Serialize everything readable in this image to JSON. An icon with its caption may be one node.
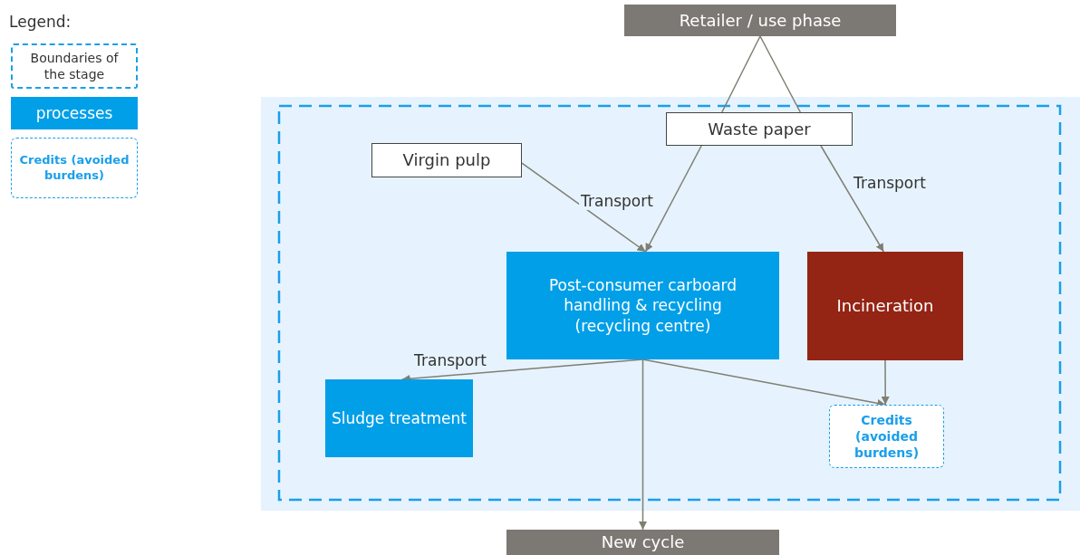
{
  "diagram": {
    "nodes": [
      {
        "text": [
          "Retailer / use phase"
        ]
      },
      {
        "text": [],
        "shape": "box"
      },
      {
        "text": [
          "Waste paper"
        ],
        "in": 1
      },
      {
        "text": [
          "Virgin pulp"
        ],
        "in": 1
      },
      {
        "text": [
          "Post-consumer carboard handling & recycling (recycling centre)"
        ],
        "in": 1
      },
      {
        "text": [
          "Incineration"
        ],
        "in": 1
      },
      {
        "text": [
          "Sludge treatment"
        ],
        "in": 1
      },
      {
        "text": [
          "Credits (avoided burdens)"
        ],
        "in": 1
      },
      {
        "text": [
          "New cycle"
        ]
      }
    ],
    "edges": [
      {
        "from": 0,
        "to": 2,
        "arrow": "none"
      },
      {
        "from": 0,
        "to": 2,
        "arrow": "none"
      },
      {
        "from": 3,
        "to": 4,
        "arrow": "to",
        "label": "Transport"
      },
      {
        "from": 2,
        "to": 4,
        "arrow": "to"
      },
      {
        "from": 2,
        "to": 5,
        "arrow": "to",
        "label": "Transport"
      },
      {
        "from": 4,
        "to": 6,
        "arrow": "to",
        "label": "Transport"
      },
      {
        "from": 4,
        "to": 7,
        "arrow": "to"
      },
      {
        "from": 5,
        "to": 7,
        "arrow": "to"
      },
      {
        "from": 4,
        "to": 8,
        "arrow": "to"
      }
    ],
    "labels": [
      "Legend:"
    ],
    "legend": [
      {
        "text": "Boundaries of the stage"
      },
      {
        "text": "processes",
        "color": "#009fe8"
      },
      {
        "text": "Credits (avoided burdens)"
      }
    ]
  }
}
